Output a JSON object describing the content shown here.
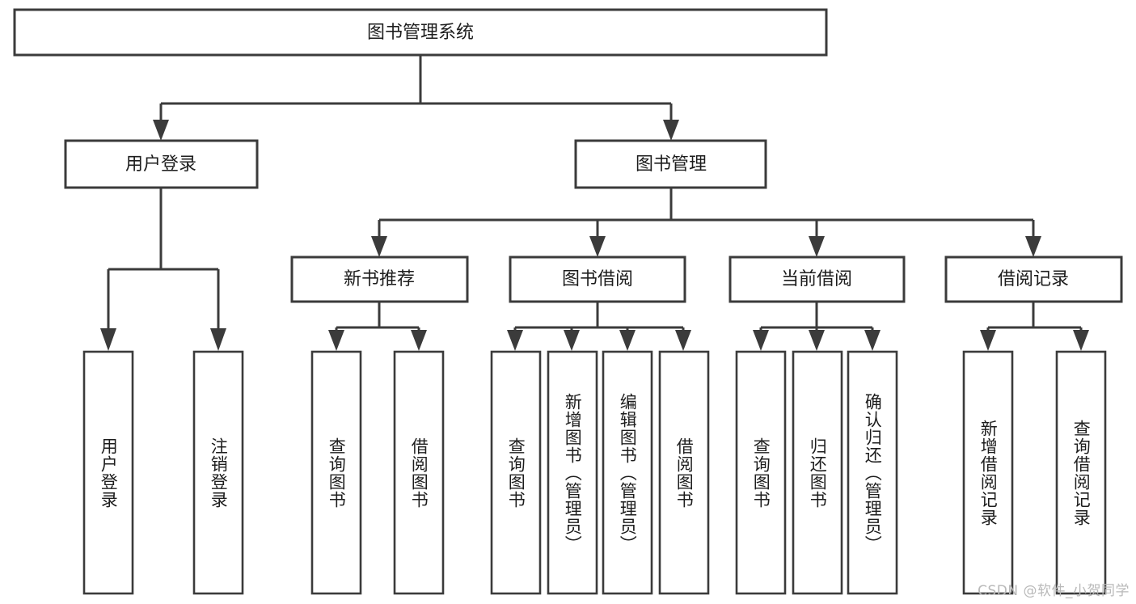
{
  "diagram": {
    "type": "hierarchy-tree",
    "title": "图书管理系统",
    "orientation": "top-down",
    "colors": {
      "box_stroke": "#3b3b3b",
      "box_fill": "#ffffff",
      "connector": "#3b3b3b",
      "text": "#1d1d1d",
      "background": "#ffffff",
      "watermark": "#b9b9b9"
    },
    "root": {
      "label": "图书管理系统"
    },
    "level2": [
      {
        "id": "user-login",
        "label": "用户登录"
      },
      {
        "id": "book-management",
        "label": "图书管理"
      }
    ],
    "level3": [
      {
        "id": "new-book-recommend",
        "label": "新书推荐",
        "parent": "book-management"
      },
      {
        "id": "book-borrow",
        "label": "图书借阅",
        "parent": "book-management"
      },
      {
        "id": "current-borrow",
        "label": "当前借阅",
        "parent": "book-management"
      },
      {
        "id": "borrow-record",
        "label": "借阅记录",
        "parent": "book-management"
      }
    ],
    "leaves": {
      "user-login": [
        {
          "id": "leaf-user-login",
          "label": "用户登录"
        },
        {
          "id": "leaf-user-logout",
          "label": "注销登录"
        }
      ],
      "new-book-recommend": [
        {
          "id": "leaf-query-book-1",
          "label": "查询图书"
        },
        {
          "id": "leaf-borrow-book-1",
          "label": "借阅图书"
        }
      ],
      "book-borrow": [
        {
          "id": "leaf-query-book-2",
          "label": "查询图书"
        },
        {
          "id": "leaf-add-book",
          "label": "新增图书（管理员）"
        },
        {
          "id": "leaf-edit-book",
          "label": "编辑图书（管理员）"
        },
        {
          "id": "leaf-borrow-book-2",
          "label": "借阅图书"
        }
      ],
      "current-borrow": [
        {
          "id": "leaf-query-book-3",
          "label": "查询图书"
        },
        {
          "id": "leaf-return-book",
          "label": "归还图书"
        },
        {
          "id": "leaf-confirm-return",
          "label": "确认归还（管理员）"
        }
      ],
      "borrow-record": [
        {
          "id": "leaf-add-record",
          "label": "新增借阅记录"
        },
        {
          "id": "leaf-query-record",
          "label": "查询借阅记录"
        }
      ]
    }
  },
  "watermark": {
    "text": "CSDN @软件_小贺同学"
  }
}
